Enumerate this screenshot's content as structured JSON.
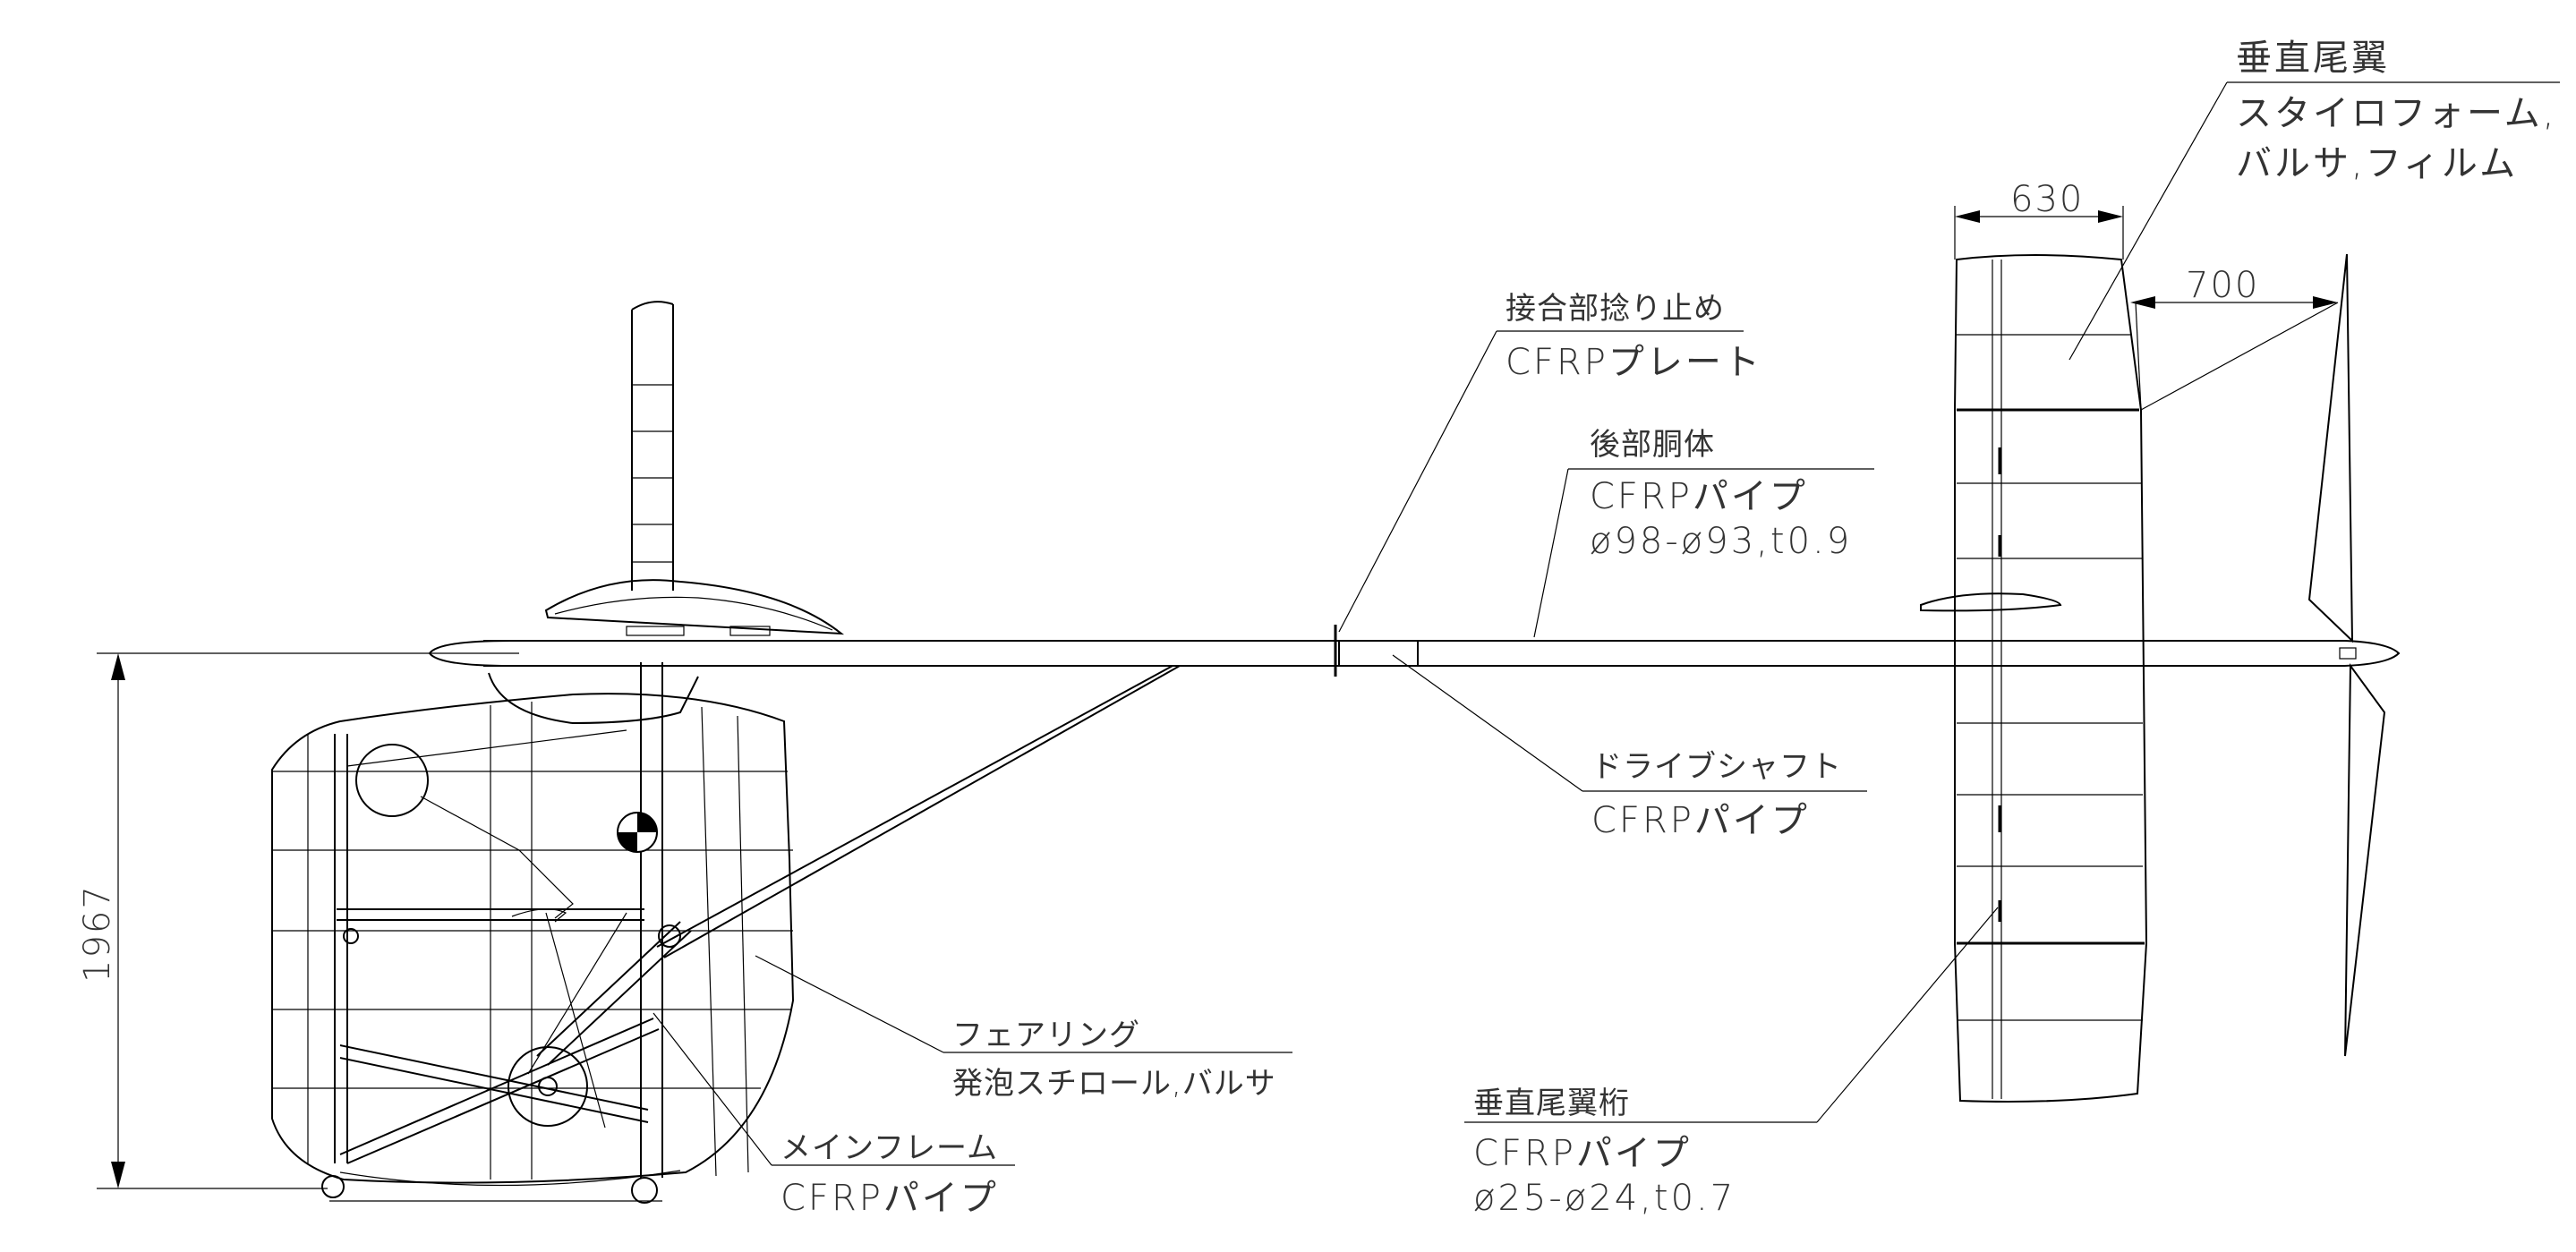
{
  "labels": {
    "vertical_tail": {
      "title": "垂直尾翼",
      "material_1": "スタイロフォーム,",
      "material_2": "バルサ,フィルム"
    },
    "joint": {
      "title": "接合部捻り止め",
      "material": "CFRPプレート"
    },
    "rear_fuselage": {
      "title": "後部胴体",
      "material": "CFRPパイプ",
      "spec": "ø98-ø93,t0.9"
    },
    "drive_shaft": {
      "title": "ドライブシャフト",
      "material": "CFRPパイプ"
    },
    "fairing": {
      "title": "フェアリング",
      "material": "発泡スチロール,バルサ"
    },
    "main_frame": {
      "title": "メインフレーム",
      "material": "CFRPパイプ"
    },
    "vertical_tail_spar": {
      "title": "垂直尾翼桁",
      "material": "CFRPパイプ",
      "spec": "ø25-ø24,t0.7"
    }
  },
  "dimensions": {
    "height": "1967",
    "tail_chord_root": "630",
    "tail_chord_tip": "700"
  }
}
